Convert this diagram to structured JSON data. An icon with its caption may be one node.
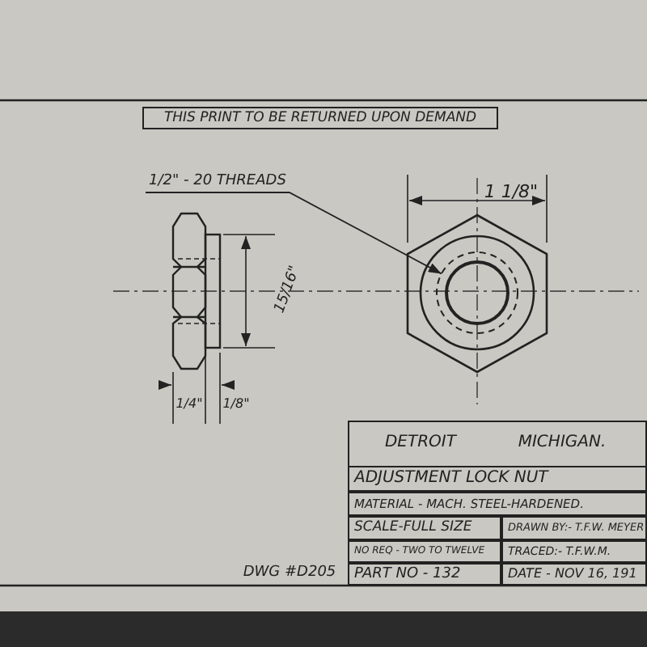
{
  "diagram": {
    "nodes": [
      {
        "text": [
          "1/2\" - 20 THREADS"
        ]
      },
      {
        "text": [],
        "shape": "circle"
      }
    ],
    "edges": [
      {
        "from": 0,
        "to": 1,
        "arrow": "to"
      }
    ],
    "labels": [
      "THIS PRINT TO BE RETURNED UPON DEMAND",
      "1 1/8\"",
      "15/16\"",
      "1/4\"",
      "1/8\"",
      "DWG #D205",
      "DETROIT",
      "MICHIGAN.",
      "ADJUSTMENT LOCK NUT",
      "MATERIAL - MACH. STEEL-HARDENED.",
      "SCALE-FULL SIZE",
      "DRAWN BY:- T.F.W. MEYER",
      "NO REQ - TWO TO TWELVE",
      "TRACED:- T.F.W.M.",
      "PART NO - 132",
      "DATE - NOV 16, 191"
    ]
  }
}
